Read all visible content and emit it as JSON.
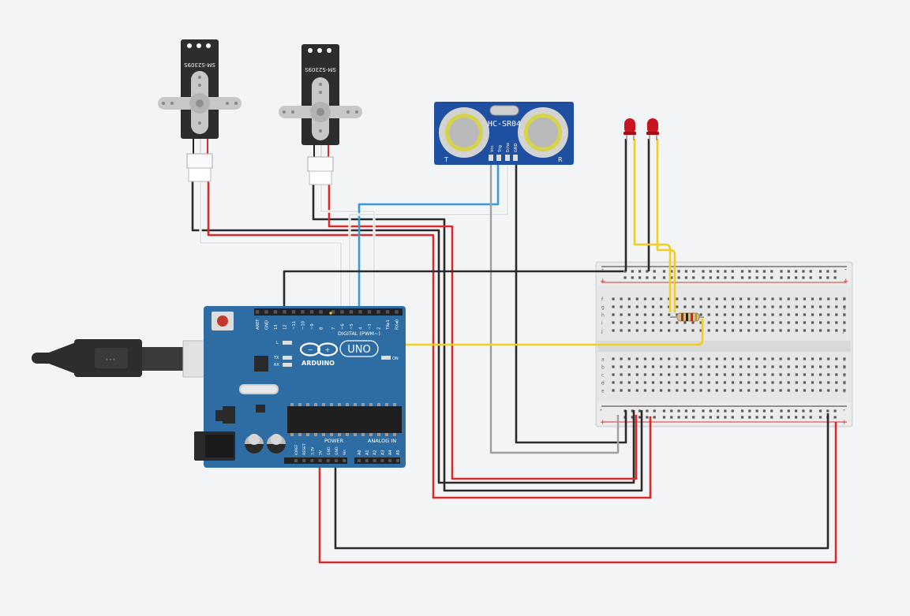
{
  "servos": [
    {
      "model": "SM-S2309S"
    },
    {
      "model": "SM-S2309S"
    }
  ],
  "sensor": {
    "model": "HC-SR04",
    "left_mark": "T",
    "right_mark": "R",
    "pins": [
      "Vcc",
      "Trig",
      "Echo",
      "GND"
    ]
  },
  "arduino": {
    "brand": "ARDUINO",
    "model": "UNO",
    "digital_label": "DIGITAL (PWM~)",
    "power_label": "POWER",
    "analog_label": "ANALOG IN",
    "top_pins": [
      "AREF",
      "GND",
      "13",
      "12",
      "~11",
      "~10",
      "~9",
      "8",
      "7",
      "~6",
      "~5",
      "4",
      "~3",
      "2",
      "TX▸1",
      "RX◂0"
    ],
    "power_pins": [
      "IOREF",
      "RESET",
      "3.3V",
      "5V",
      "GND",
      "GND",
      "Vin"
    ],
    "analog_pins": [
      "A0",
      "A1",
      "A2",
      "A3",
      "A4",
      "A5"
    ],
    "led_l": "L",
    "led_tx": "TX",
    "led_rx": "RX",
    "led_on": "ON"
  },
  "breadboard": {
    "rail_plus": "+",
    "rail_minus": "-",
    "row_letters_top": [
      "f",
      "g",
      "h",
      "i",
      "j"
    ],
    "row_letters_bottom": [
      "a",
      "b",
      "c",
      "d",
      "e"
    ]
  },
  "colors": {
    "wire_black": "#2b2b2b",
    "wire_red": "#d92b2b",
    "wire_blue": "#3a9ad9",
    "wire_yellow": "#f2cf1f",
    "wire_gray": "#9a9a9a",
    "wire_white": "#ffffff",
    "arduino_blue": "#2e6da4",
    "sensor_blue": "#1f4fa0",
    "led_red": "#c8141e"
  }
}
